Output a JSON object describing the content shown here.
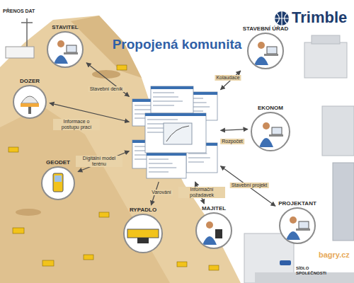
{
  "diagram": {
    "title": "Propojená komunita",
    "nodes": [
      {
        "text": []
      },
      {
        "text": [
          "STAVITEL"
        ]
      },
      {
        "text": [
          "STAVEBNÍ ÚŘAD"
        ]
      },
      {
        "text": [
          "DOZER"
        ]
      },
      {
        "text": [
          "EKONOM"
        ]
      },
      {
        "text": [
          "GEODET"
        ]
      },
      {
        "text": [
          "RYPADLO"
        ]
      },
      {
        "text": [
          "MAJITEL"
        ]
      },
      {
        "text": [
          "PROJEKTANT"
        ]
      }
    ],
    "edges": [
      {
        "from": 1,
        "to": 0,
        "arrow": "both",
        "label": "Stavební deník"
      },
      {
        "from": 2,
        "to": 0,
        "arrow": "both",
        "label": "Kolaudace"
      },
      {
        "from": 3,
        "to": 0,
        "arrow": "both",
        "label": "Informace o postupu prací"
      },
      {
        "from": 4,
        "to": 0,
        "arrow": "both",
        "label": "Rozpočet"
      },
      {
        "from": 5,
        "to": 0,
        "arrow": "both",
        "label": "Digitální model terénu"
      },
      {
        "from": 0,
        "to": 6,
        "arrow": "to",
        "label": "Varování"
      },
      {
        "from": 7,
        "to": 0,
        "arrow": "both",
        "label": "Informační požadavek"
      },
      {
        "from": 8,
        "to": 0,
        "arrow": "both",
        "label": "Stavební projekt"
      }
    ],
    "labels": [
      "Trimble",
      "PŘENOS DAT",
      "SÍDLO SPOLEČNOSTI",
      "bagry.cz"
    ]
  }
}
